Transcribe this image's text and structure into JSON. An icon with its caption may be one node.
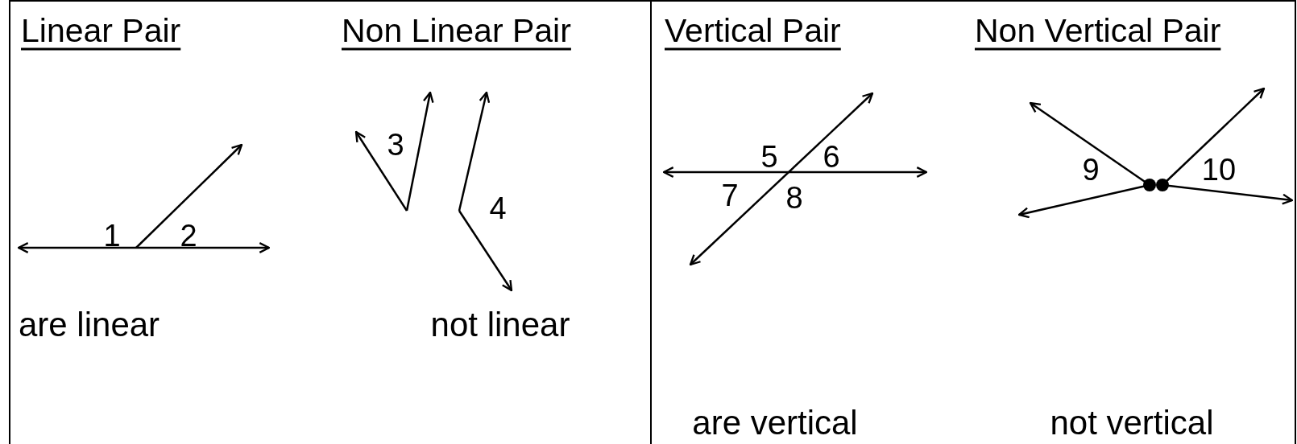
{
  "diagram": {
    "labels": [
      "Linear Pair",
      "Non Linear Pair",
      "Vertical Pair",
      "Non Vertical Pair",
      "1",
      "2",
      "3",
      "4",
      "5",
      "6",
      "7",
      "8",
      "9",
      "10",
      "are linear",
      "not linear",
      "are vertical",
      "not vertical"
    ]
  }
}
